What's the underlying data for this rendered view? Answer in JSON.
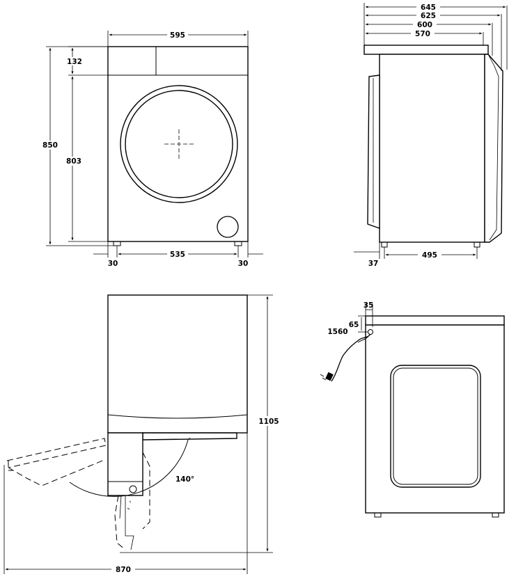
{
  "front_view": {
    "width": "595",
    "panel_height": "132",
    "total_height": "850",
    "body_height": "803",
    "foot_offset_left": "30",
    "foot_span": "535",
    "foot_offset_right": "30"
  },
  "side_view": {
    "depth_645": "645",
    "depth_625": "625",
    "depth_600": "600",
    "depth_570": "570",
    "foot_offset": "37",
    "foot_span": "495"
  },
  "door_open_view": {
    "height_with_door": "1105",
    "width_with_door": "870",
    "door_angle": "140°"
  },
  "rear_view": {
    "offset_35": "35",
    "offset_65": "65",
    "cable_length": "1560"
  }
}
